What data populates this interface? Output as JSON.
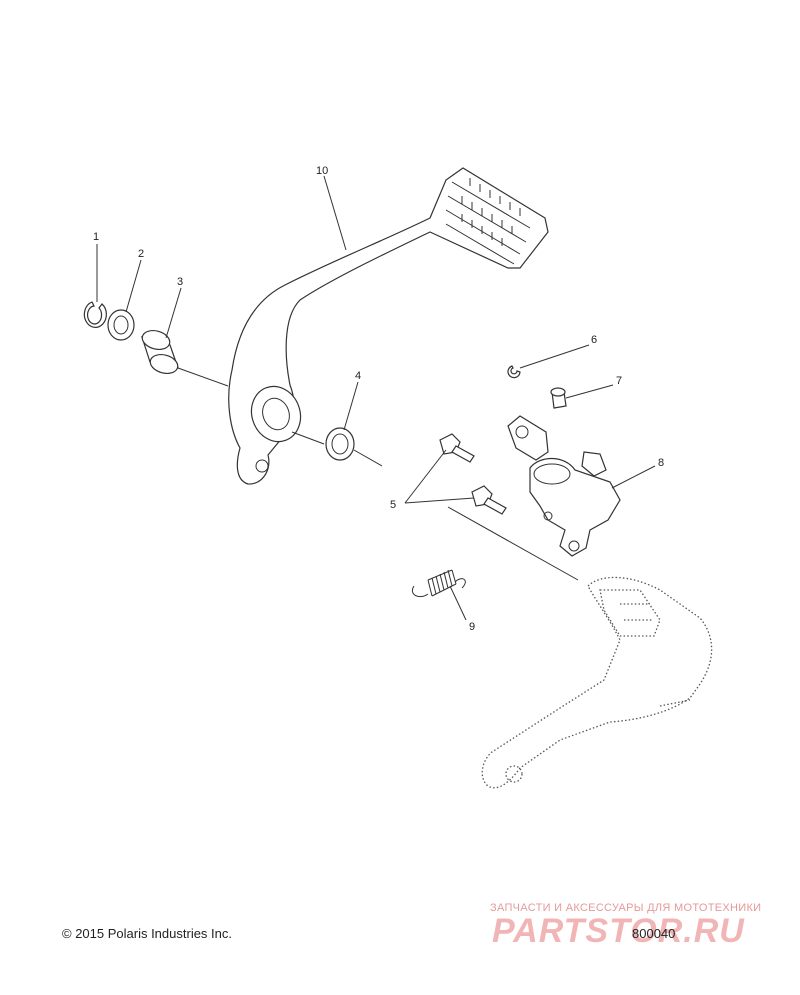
{
  "callouts": {
    "c1": "1",
    "c2": "2",
    "c3": "3",
    "c4": "4",
    "c5": "5",
    "c6": "6",
    "c7": "7",
    "c8": "8",
    "c9": "9",
    "c10": "10"
  },
  "footer": {
    "copyright": "© 2015 Polaris Industries Inc.",
    "drawing_number": "800040"
  },
  "watermark": {
    "tagline": "ЗАПЧАСТИ И АКСЕССУАРЫ ДЛЯ МОТОТЕХНИКИ",
    "site": "PARTSTOR.RU"
  },
  "colors": {
    "line": "#333333",
    "watermark": "#e07070"
  }
}
